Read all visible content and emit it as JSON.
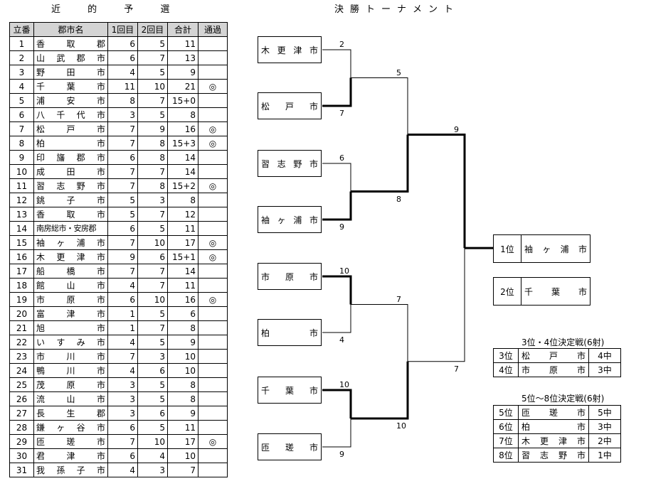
{
  "qual_title": "近 的 予 選",
  "final_title": "決勝トーナメント",
  "table": {
    "headers": [
      "立番",
      "郡市名",
      "1回目",
      "2回目",
      "合計",
      "通過"
    ],
    "rows": [
      [
        "1",
        "香取郡",
        "6",
        "5",
        "11",
        ""
      ],
      [
        "2",
        "山武郡市",
        "6",
        "7",
        "13",
        ""
      ],
      [
        "3",
        "野田市",
        "4",
        "5",
        "9",
        ""
      ],
      [
        "4",
        "千葉市",
        "11",
        "10",
        "21",
        "◎"
      ],
      [
        "5",
        "浦安市",
        "8",
        "7",
        "15+0",
        ""
      ],
      [
        "6",
        "八千代市",
        "3",
        "5",
        "8",
        ""
      ],
      [
        "7",
        "松戸市",
        "7",
        "9",
        "16",
        "◎"
      ],
      [
        "8",
        "柏市",
        "7",
        "8",
        "15+3",
        "◎"
      ],
      [
        "9",
        "印旛郡市",
        "6",
        "8",
        "14",
        ""
      ],
      [
        "10",
        "成田市",
        "7",
        "7",
        "14",
        ""
      ],
      [
        "11",
        "習志野市",
        "7",
        "8",
        "15+2",
        "◎"
      ],
      [
        "12",
        "銚子市",
        "5",
        "3",
        "8",
        ""
      ],
      [
        "13",
        "香取市",
        "5",
        "7",
        "12",
        ""
      ],
      [
        "14",
        "南房総市・安房郡",
        "6",
        "5",
        "11",
        ""
      ],
      [
        "15",
        "袖ヶ浦市",
        "7",
        "10",
        "17",
        "◎"
      ],
      [
        "16",
        "木更津市",
        "9",
        "6",
        "15+1",
        "◎"
      ],
      [
        "17",
        "船橋市",
        "7",
        "7",
        "14",
        ""
      ],
      [
        "18",
        "館山市",
        "4",
        "7",
        "11",
        ""
      ],
      [
        "19",
        "市原市",
        "6",
        "10",
        "16",
        "◎"
      ],
      [
        "20",
        "富津市",
        "1",
        "5",
        "6",
        ""
      ],
      [
        "21",
        "旭市",
        "1",
        "7",
        "8",
        ""
      ],
      [
        "22",
        "いすみ市",
        "4",
        "5",
        "9",
        ""
      ],
      [
        "23",
        "市川市",
        "7",
        "3",
        "10",
        ""
      ],
      [
        "24",
        "鴨川市",
        "4",
        "6",
        "10",
        ""
      ],
      [
        "25",
        "茂原市",
        "3",
        "5",
        "8",
        ""
      ],
      [
        "26",
        "流山市",
        "3",
        "5",
        "8",
        ""
      ],
      [
        "27",
        "長生郡",
        "3",
        "6",
        "9",
        ""
      ],
      [
        "28",
        "鎌ヶ谷市",
        "6",
        "5",
        "11",
        ""
      ],
      [
        "29",
        "匝瑳市",
        "7",
        "10",
        "17",
        "◎"
      ],
      [
        "30",
        "君津市",
        "6",
        "4",
        "10",
        ""
      ],
      [
        "31",
        "我孫子市",
        "4",
        "3",
        "7",
        ""
      ]
    ]
  },
  "bracket": {
    "teams": [
      "木更津市",
      "松戸市",
      "習志野市",
      "袖ヶ浦市",
      "市原市",
      "柏市",
      "千葉市",
      "匝瑳市"
    ],
    "scores_r1": [
      "2",
      "7",
      "6",
      "9",
      "10",
      "4",
      "10",
      "9"
    ],
    "scores_r2": [
      "5",
      "8",
      "7",
      "10"
    ],
    "scores_r3": [
      "9",
      "7"
    ]
  },
  "final_results": [
    {
      "rank": "1位",
      "name": "袖ヶ浦市"
    },
    {
      "rank": "2位",
      "name": "千葉市"
    }
  ],
  "playoff34": {
    "caption": "3位・4位決定戦(6射)",
    "rows": [
      [
        "3位",
        "松戸市",
        "4中"
      ],
      [
        "4位",
        "市原市",
        "3中"
      ]
    ]
  },
  "playoff58": {
    "caption": "5位～8位決定戦(6射)",
    "rows": [
      [
        "5位",
        "匝瑳市",
        "5中"
      ],
      [
        "6位",
        "柏市",
        "3中"
      ],
      [
        "7位",
        "木更津市",
        "2中"
      ],
      [
        "8位",
        "習志野市",
        "1中"
      ]
    ]
  }
}
